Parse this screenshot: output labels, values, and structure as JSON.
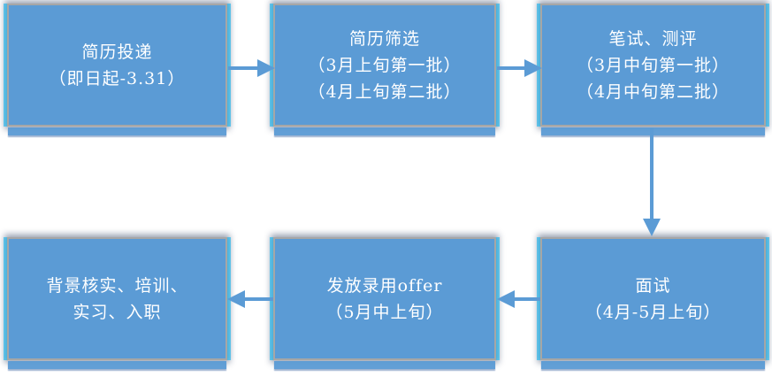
{
  "flowchart": {
    "style": {
      "node_fill": "#5b9bd5",
      "node_border": "#a6a6a6",
      "glow_color": "#00b0f0",
      "arrow_color": "#5b9bd5",
      "text_color": "#ffffff",
      "background": "#ffffff"
    },
    "nodes": [
      {
        "id": "resume-submission",
        "lines": [
          "简历投递",
          "（即日起-3.31）"
        ]
      },
      {
        "id": "resume-screening",
        "lines": [
          "简历筛选",
          "（3月上旬第一批）",
          "（4月上旬第二批）"
        ]
      },
      {
        "id": "written-test-assessment",
        "lines": [
          "笔试、测评",
          "（3月中旬第一批）",
          "（4月中旬第二批）"
        ]
      },
      {
        "id": "interview",
        "lines": [
          "面试",
          "（4月-5月上旬）"
        ]
      },
      {
        "id": "offer-issuing",
        "lines": [
          "发放录用offer",
          "（5月中上旬）"
        ]
      },
      {
        "id": "onboarding",
        "lines": [
          "背景核实、培训、",
          "实习、入职"
        ]
      }
    ],
    "edges": [
      {
        "from": "resume-submission",
        "to": "resume-screening",
        "direction": "right"
      },
      {
        "from": "resume-screening",
        "to": "written-test-assessment",
        "direction": "right"
      },
      {
        "from": "written-test-assessment",
        "to": "interview",
        "direction": "down"
      },
      {
        "from": "interview",
        "to": "offer-issuing",
        "direction": "left"
      },
      {
        "from": "offer-issuing",
        "to": "onboarding",
        "direction": "left"
      }
    ]
  }
}
